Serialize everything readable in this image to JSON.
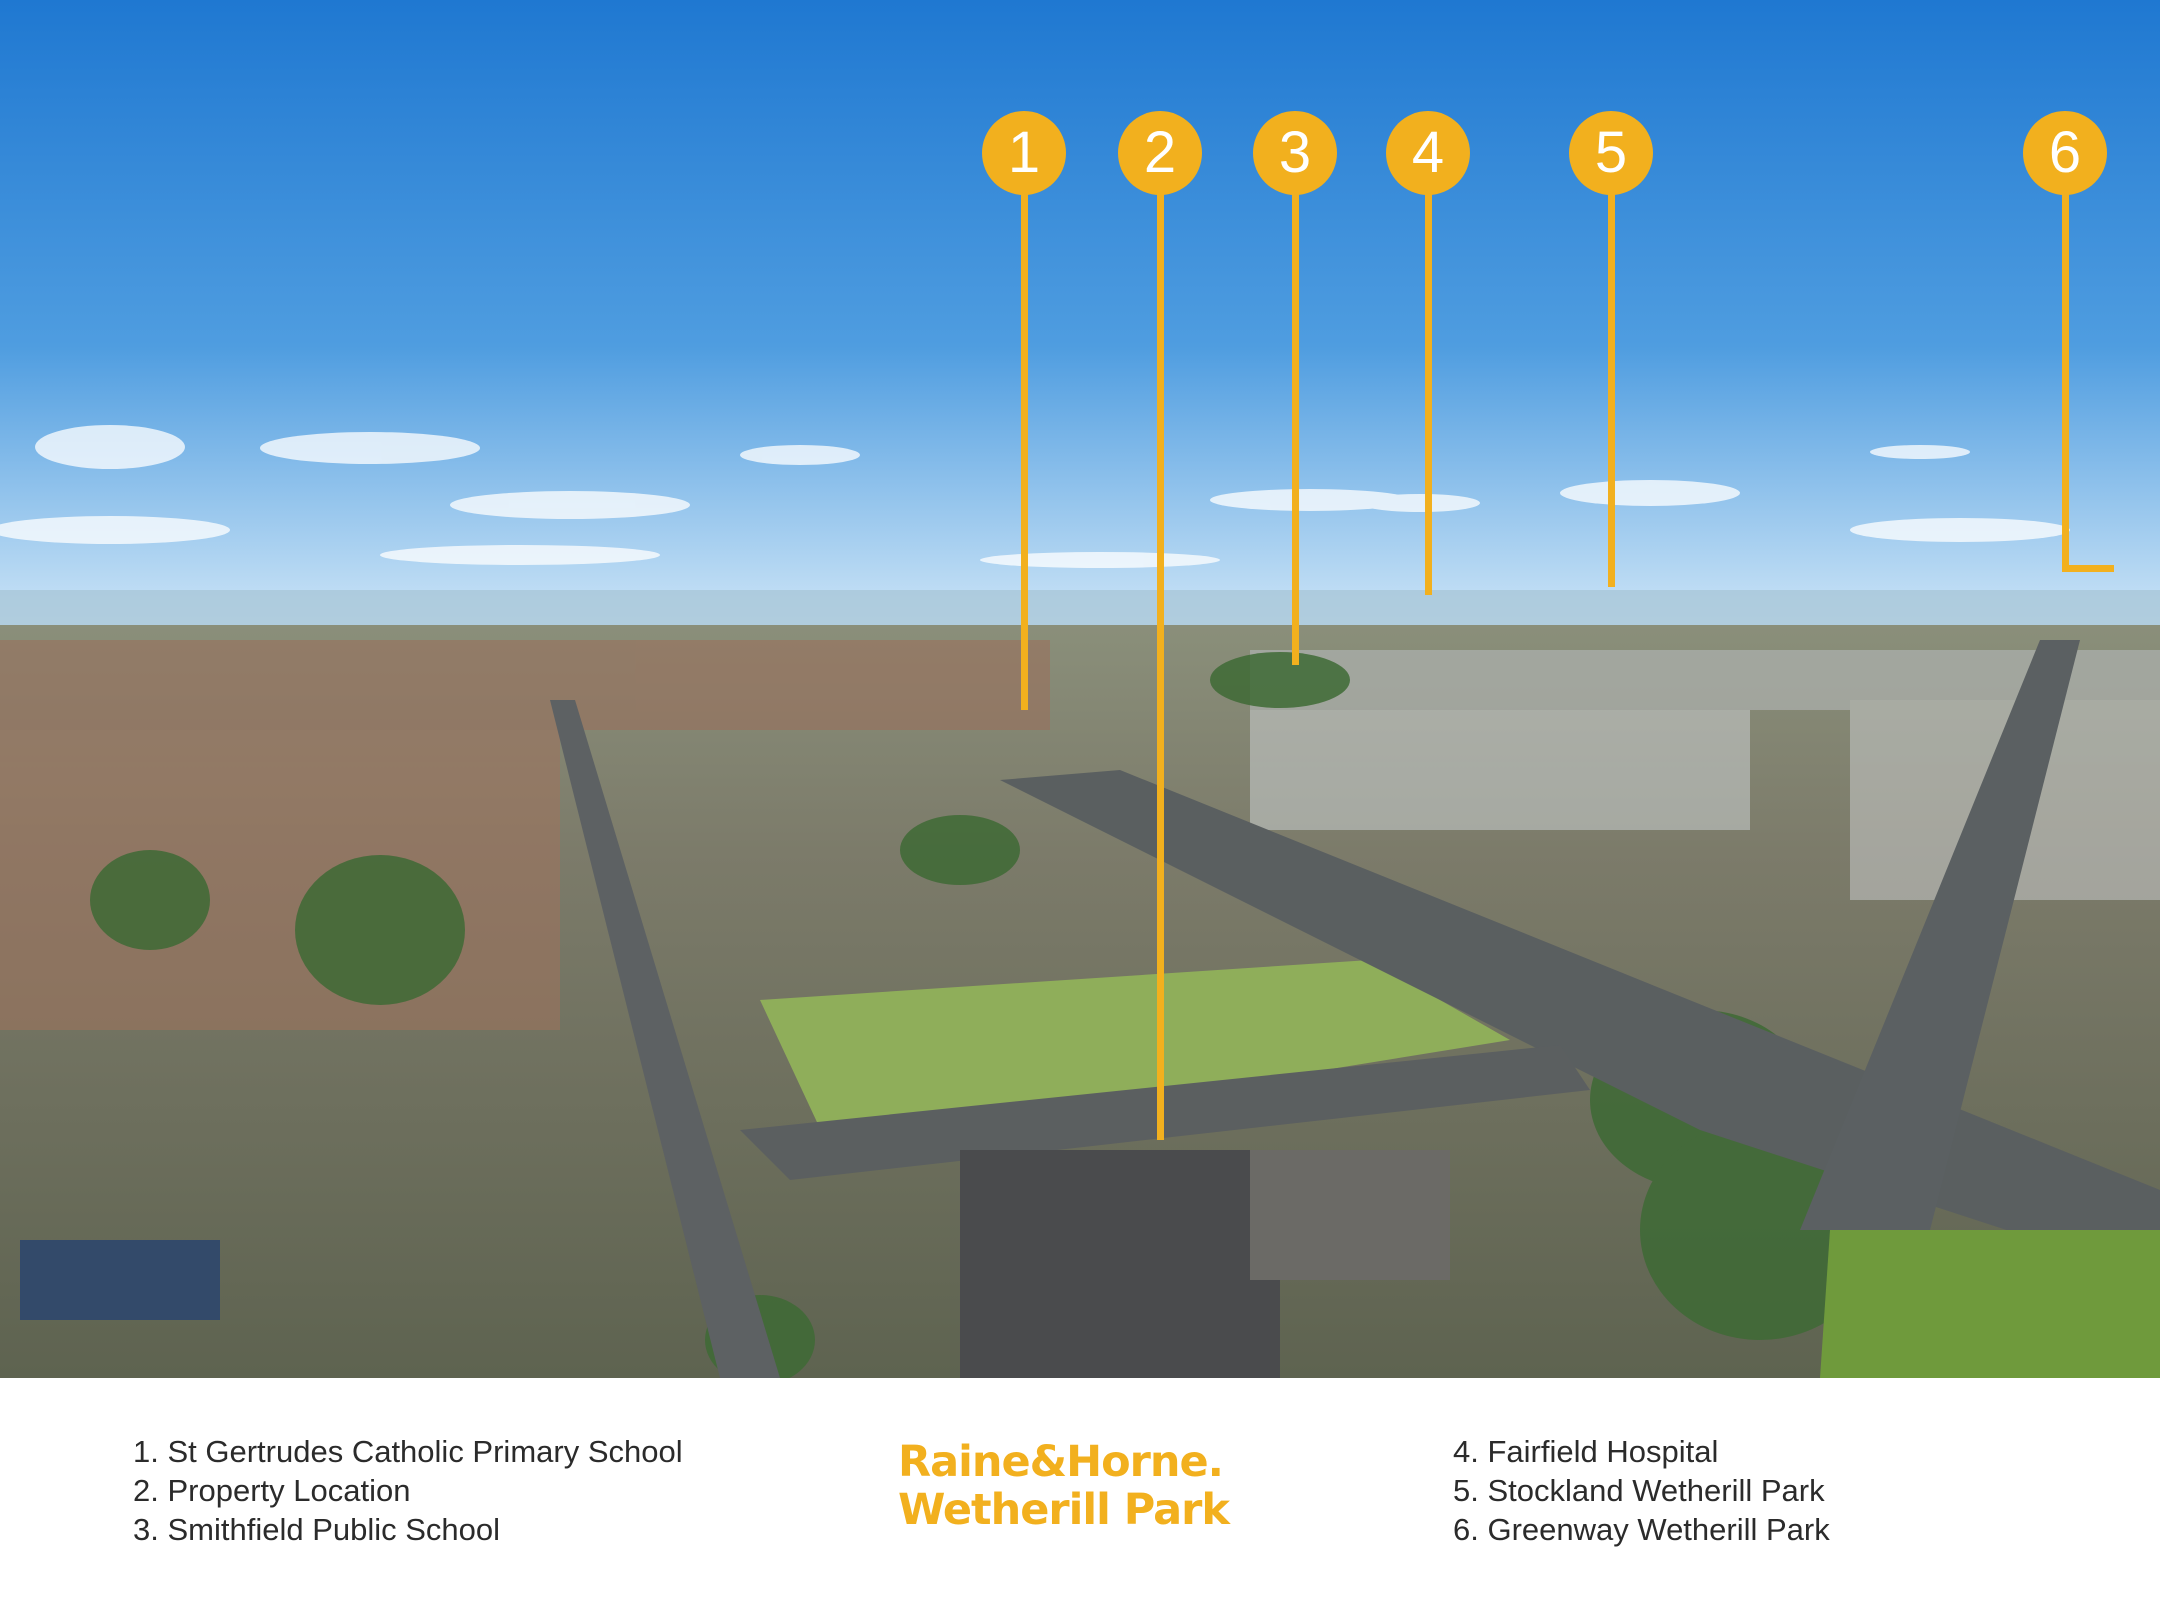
{
  "colors": {
    "accent": "#f2b01e",
    "sky_top": "#1f78d1",
    "sky_horizon": "#cfe6f7",
    "grass": "#8fae5a",
    "footer_text": "#2b2b2b"
  },
  "markers": [
    {
      "number": "1",
      "label": "St Gertrudes Catholic Primary School"
    },
    {
      "number": "2",
      "label": "Property Location"
    },
    {
      "number": "3",
      "label": "Smithfield Public School"
    },
    {
      "number": "4",
      "label": "Fairfield Hospital"
    },
    {
      "number": "5",
      "label": "Stockland Wetherill Park"
    },
    {
      "number": "6",
      "label": "Greenway Wetherill Park"
    }
  ],
  "legend": {
    "left": [
      "1. St Gertrudes Catholic Primary School",
      "2. Property Location",
      "3. Smithfield Public School"
    ],
    "right": [
      "4. Fairfield Hospital",
      "5. Stockland Wetherill Park",
      "6. Greenway Wetherill Park"
    ]
  },
  "brand": {
    "line1": "Raine&Horne.",
    "line2": "Wetherill Park"
  }
}
